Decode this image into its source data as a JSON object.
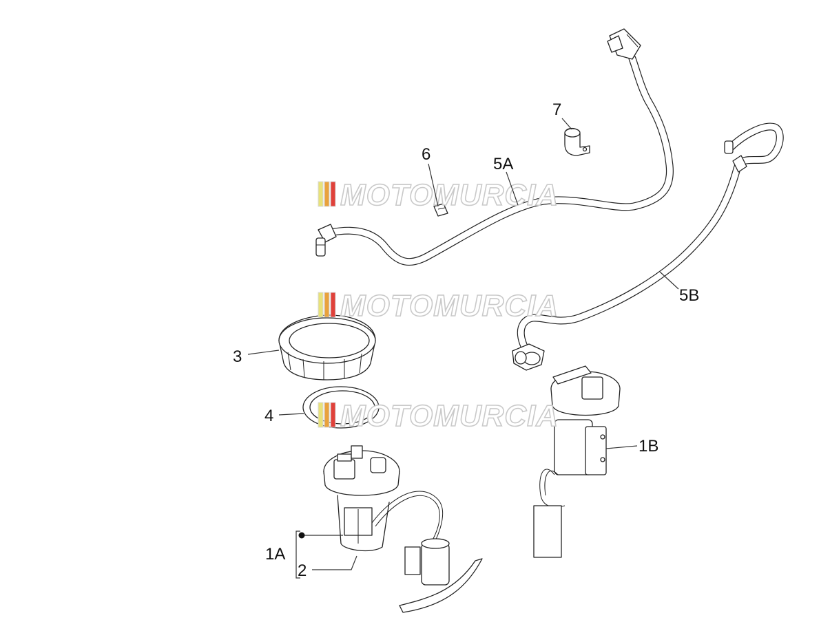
{
  "callouts": {
    "c1A": "1A",
    "c1B": "1B",
    "c2": "2",
    "c3": "3",
    "c4": "4",
    "c5A": "5A",
    "c5B": "5B",
    "c6": "6",
    "c7": "7"
  },
  "watermark": {
    "text": "MOTOMURCIA",
    "stripe_colors": [
      "#e8e27a",
      "#e9a23c",
      "#e0413a",
      "#d8d8d8"
    ]
  }
}
